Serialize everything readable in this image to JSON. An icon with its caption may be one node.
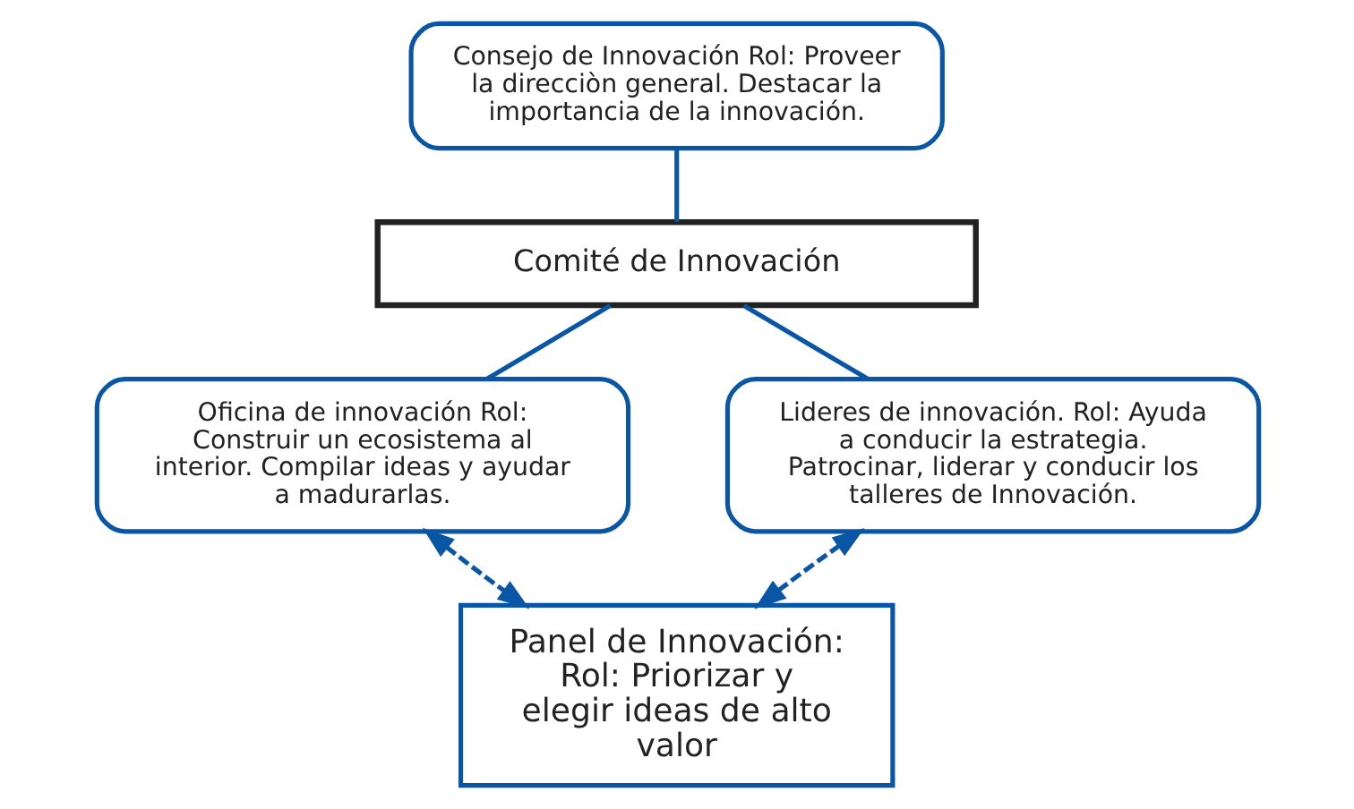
{
  "diagram": {
    "nodes": [
      {
        "text": [
          "Consejo de Innovación Rol: Proveer la direcciòn general. Destacar la importancia de la innovación."
        ]
      },
      {
        "text": [
          "Comité de Innovación"
        ]
      },
      {
        "text": [
          "Oficina de innovación Rol: Construir un ecosistema al interior. Compilar ideas y ayudar a madurarlas."
        ]
      },
      {
        "text": [
          "Lideres de innovación. Rol: Ayuda a conducir la estrategia. Patrocinar, liderar y conducir los talleres de Innovación."
        ]
      },
      {
        "text": [
          "Panel de Innovación: Rol: Priorizar y elegir ideas de alto valor"
        ]
      }
    ],
    "edges": [
      {
        "from": 0,
        "to": 1,
        "arrow": "none"
      },
      {
        "from": 1,
        "to": 2,
        "arrow": "none"
      },
      {
        "from": 1,
        "to": 3,
        "arrow": "none"
      },
      {
        "from": 2,
        "to": 4,
        "arrow": "both",
        "style": "dashed"
      },
      {
        "from": 3,
        "to": 4,
        "arrow": "both",
        "style": "dashed"
      }
    ]
  }
}
